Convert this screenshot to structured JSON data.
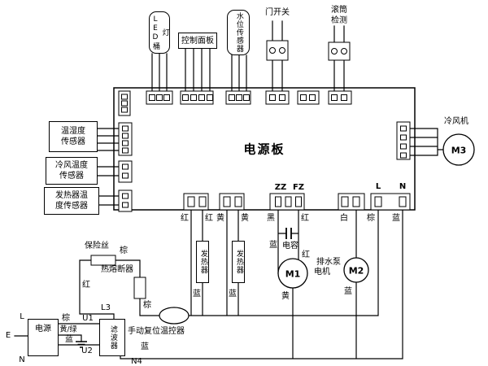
{
  "board": {
    "title": "电源板"
  },
  "top": {
    "led_light": "LED桶灯",
    "control_panel": "控制面板",
    "water_level_sensor": "水位传感器",
    "door_switch": "门开关",
    "drum_detect_1": "滚筒",
    "drum_detect_2": "检测"
  },
  "left": {
    "temp_humidity_1": "温湿度",
    "temp_humidity_2": "传感器",
    "cold_air_1": "冷风温度",
    "cold_air_2": "传感器",
    "heater_sensor_1": "发热器温",
    "heater_sensor_2": "度传感器"
  },
  "right": {
    "cold_fan": "冷风机",
    "m3": "M3"
  },
  "board_outputs": {
    "zz": "ZZ",
    "fz": "FZ",
    "l": "L",
    "n": "N",
    "red_1": "红",
    "red_2": "红",
    "yellow_1": "黄",
    "yellow_2": "黄",
    "black": "黑",
    "red_motor": "红",
    "white": "白",
    "brown": "棕",
    "blue": "蓝"
  },
  "heaters": {
    "heater_1": "发热器",
    "heater_2": "发热器",
    "blue_1": "蓝",
    "blue_2": "蓝"
  },
  "motor": {
    "m1": "M1",
    "label": "电机",
    "capacitor": "电容",
    "cap_blue": "蓝",
    "cap_red": "红",
    "yellow": "黄"
  },
  "pump": {
    "m2": "M2",
    "label": "排水泵",
    "blue": "蓝"
  },
  "protection": {
    "fuse": "保险丝",
    "fuse_brown": "棕",
    "red": "红",
    "thermal_fuse": "热熔断器",
    "thermal_brown": "棕",
    "thermostat": "手动复位温控器",
    "blue": "蓝"
  },
  "filter": {
    "label": "滤波器",
    "l3": "L3",
    "u1": "U1",
    "u2": "U2",
    "n4": "N4"
  },
  "power": {
    "label": "电源",
    "l": "L",
    "e": "E",
    "n": "N",
    "brown": "棕",
    "yellow_green": "黄/绿",
    "blue": "蓝"
  }
}
